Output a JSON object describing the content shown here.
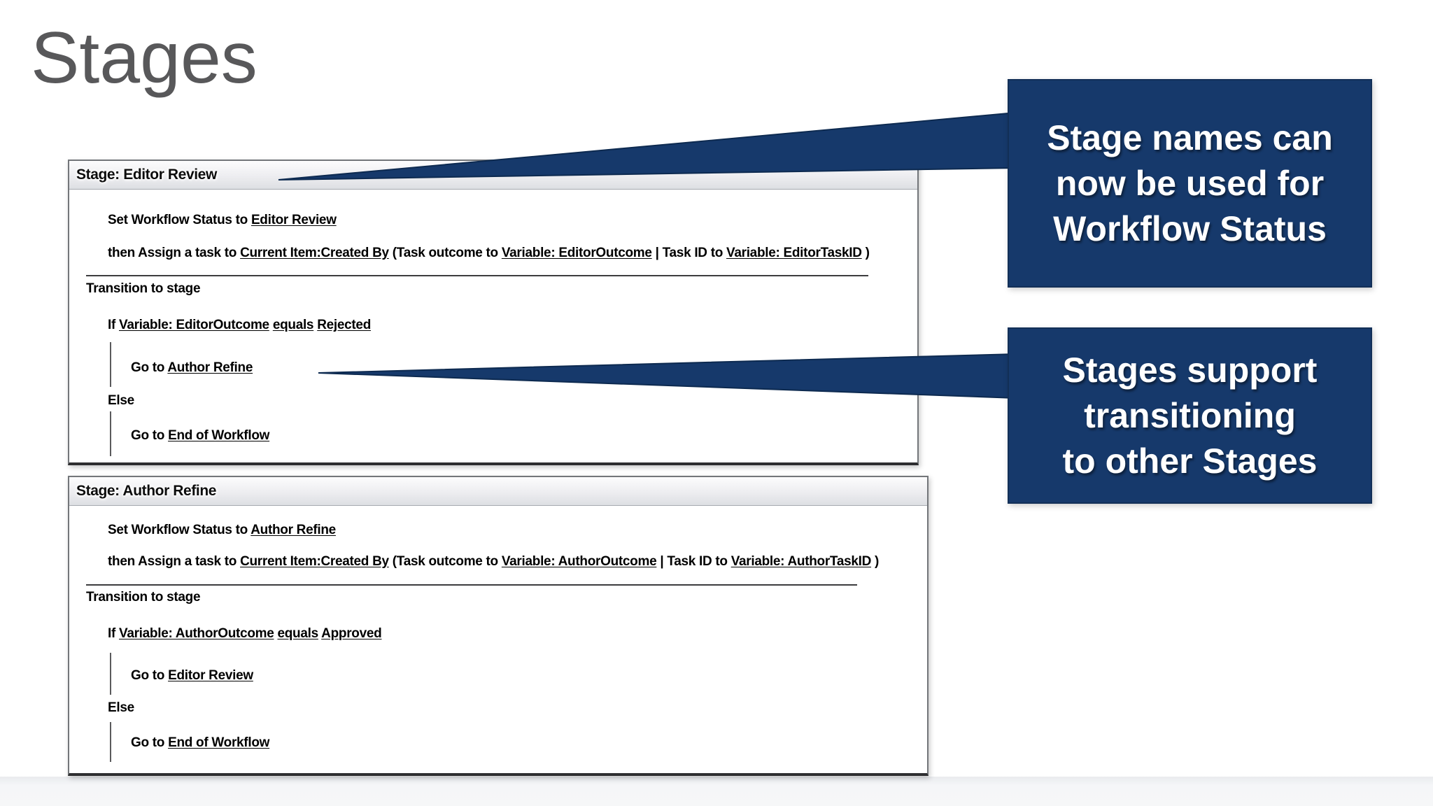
{
  "slide": {
    "title": "Stages"
  },
  "colors": {
    "callout_navy": "#16396b",
    "callout_border": "#122f57",
    "title_gray": "#58585a",
    "stage_border_gray": "#73767a",
    "stage_header_gradient_bottom": "#dddfe3"
  },
  "callouts": [
    {
      "text": "Stage names can\nnow be used for\nWorkflow Status"
    },
    {
      "text": "Stages support\ntransitioning\nto other Stages"
    }
  ],
  "stages": [
    {
      "header": "Stage: Editor Review",
      "set_status": [
        {
          "t": "Set Workflow Status to ",
          "u": false
        },
        {
          "t": "Editor Review",
          "u": true
        }
      ],
      "assign": [
        {
          "t": "then Assign a task to ",
          "u": false
        },
        {
          "t": "Current Item:Created By",
          "u": true
        },
        {
          "t": " (Task outcome to ",
          "u": false
        },
        {
          "t": "Variable: EditorOutcome",
          "u": true
        },
        {
          "t": " | Task ID to ",
          "u": false
        },
        {
          "t": "Variable: EditorTaskID",
          "u": true
        },
        {
          "t": " )",
          "u": false
        }
      ],
      "transition_label": "Transition to stage",
      "if_line": [
        {
          "t": "If ",
          "u": false
        },
        {
          "t": "Variable: EditorOutcome",
          "u": true
        },
        {
          "t": " ",
          "u": false
        },
        {
          "t": "equals",
          "u": true
        },
        {
          "t": " ",
          "u": false
        },
        {
          "t": "Rejected",
          "u": true
        }
      ],
      "goto_if": [
        {
          "t": "Go to ",
          "u": false
        },
        {
          "t": "Author Refine",
          "u": true
        }
      ],
      "else_label": "Else",
      "goto_else": [
        {
          "t": "Go to ",
          "u": false
        },
        {
          "t": "End of Workflow",
          "u": true
        }
      ]
    },
    {
      "header": "Stage: Author Refine",
      "set_status": [
        {
          "t": "Set Workflow Status to ",
          "u": false
        },
        {
          "t": "Author Refine",
          "u": true
        }
      ],
      "assign": [
        {
          "t": "then Assign a task to ",
          "u": false
        },
        {
          "t": "Current Item:Created By",
          "u": true
        },
        {
          "t": " (Task outcome to ",
          "u": false
        },
        {
          "t": "Variable: AuthorOutcome",
          "u": true
        },
        {
          "t": " | Task ID to ",
          "u": false
        },
        {
          "t": "Variable: AuthorTaskID",
          "u": true
        },
        {
          "t": " )",
          "u": false
        }
      ],
      "transition_label": "Transition to stage",
      "if_line": [
        {
          "t": "If ",
          "u": false
        },
        {
          "t": "Variable: AuthorOutcome",
          "u": true
        },
        {
          "t": " ",
          "u": false
        },
        {
          "t": "equals",
          "u": true
        },
        {
          "t": " ",
          "u": false
        },
        {
          "t": "Approved",
          "u": true
        }
      ],
      "goto_if": [
        {
          "t": "Go to ",
          "u": false
        },
        {
          "t": "Editor Review",
          "u": true
        }
      ],
      "else_label": "Else",
      "goto_else": [
        {
          "t": "Go to ",
          "u": false
        },
        {
          "t": "End of Workflow",
          "u": true
        }
      ]
    }
  ]
}
